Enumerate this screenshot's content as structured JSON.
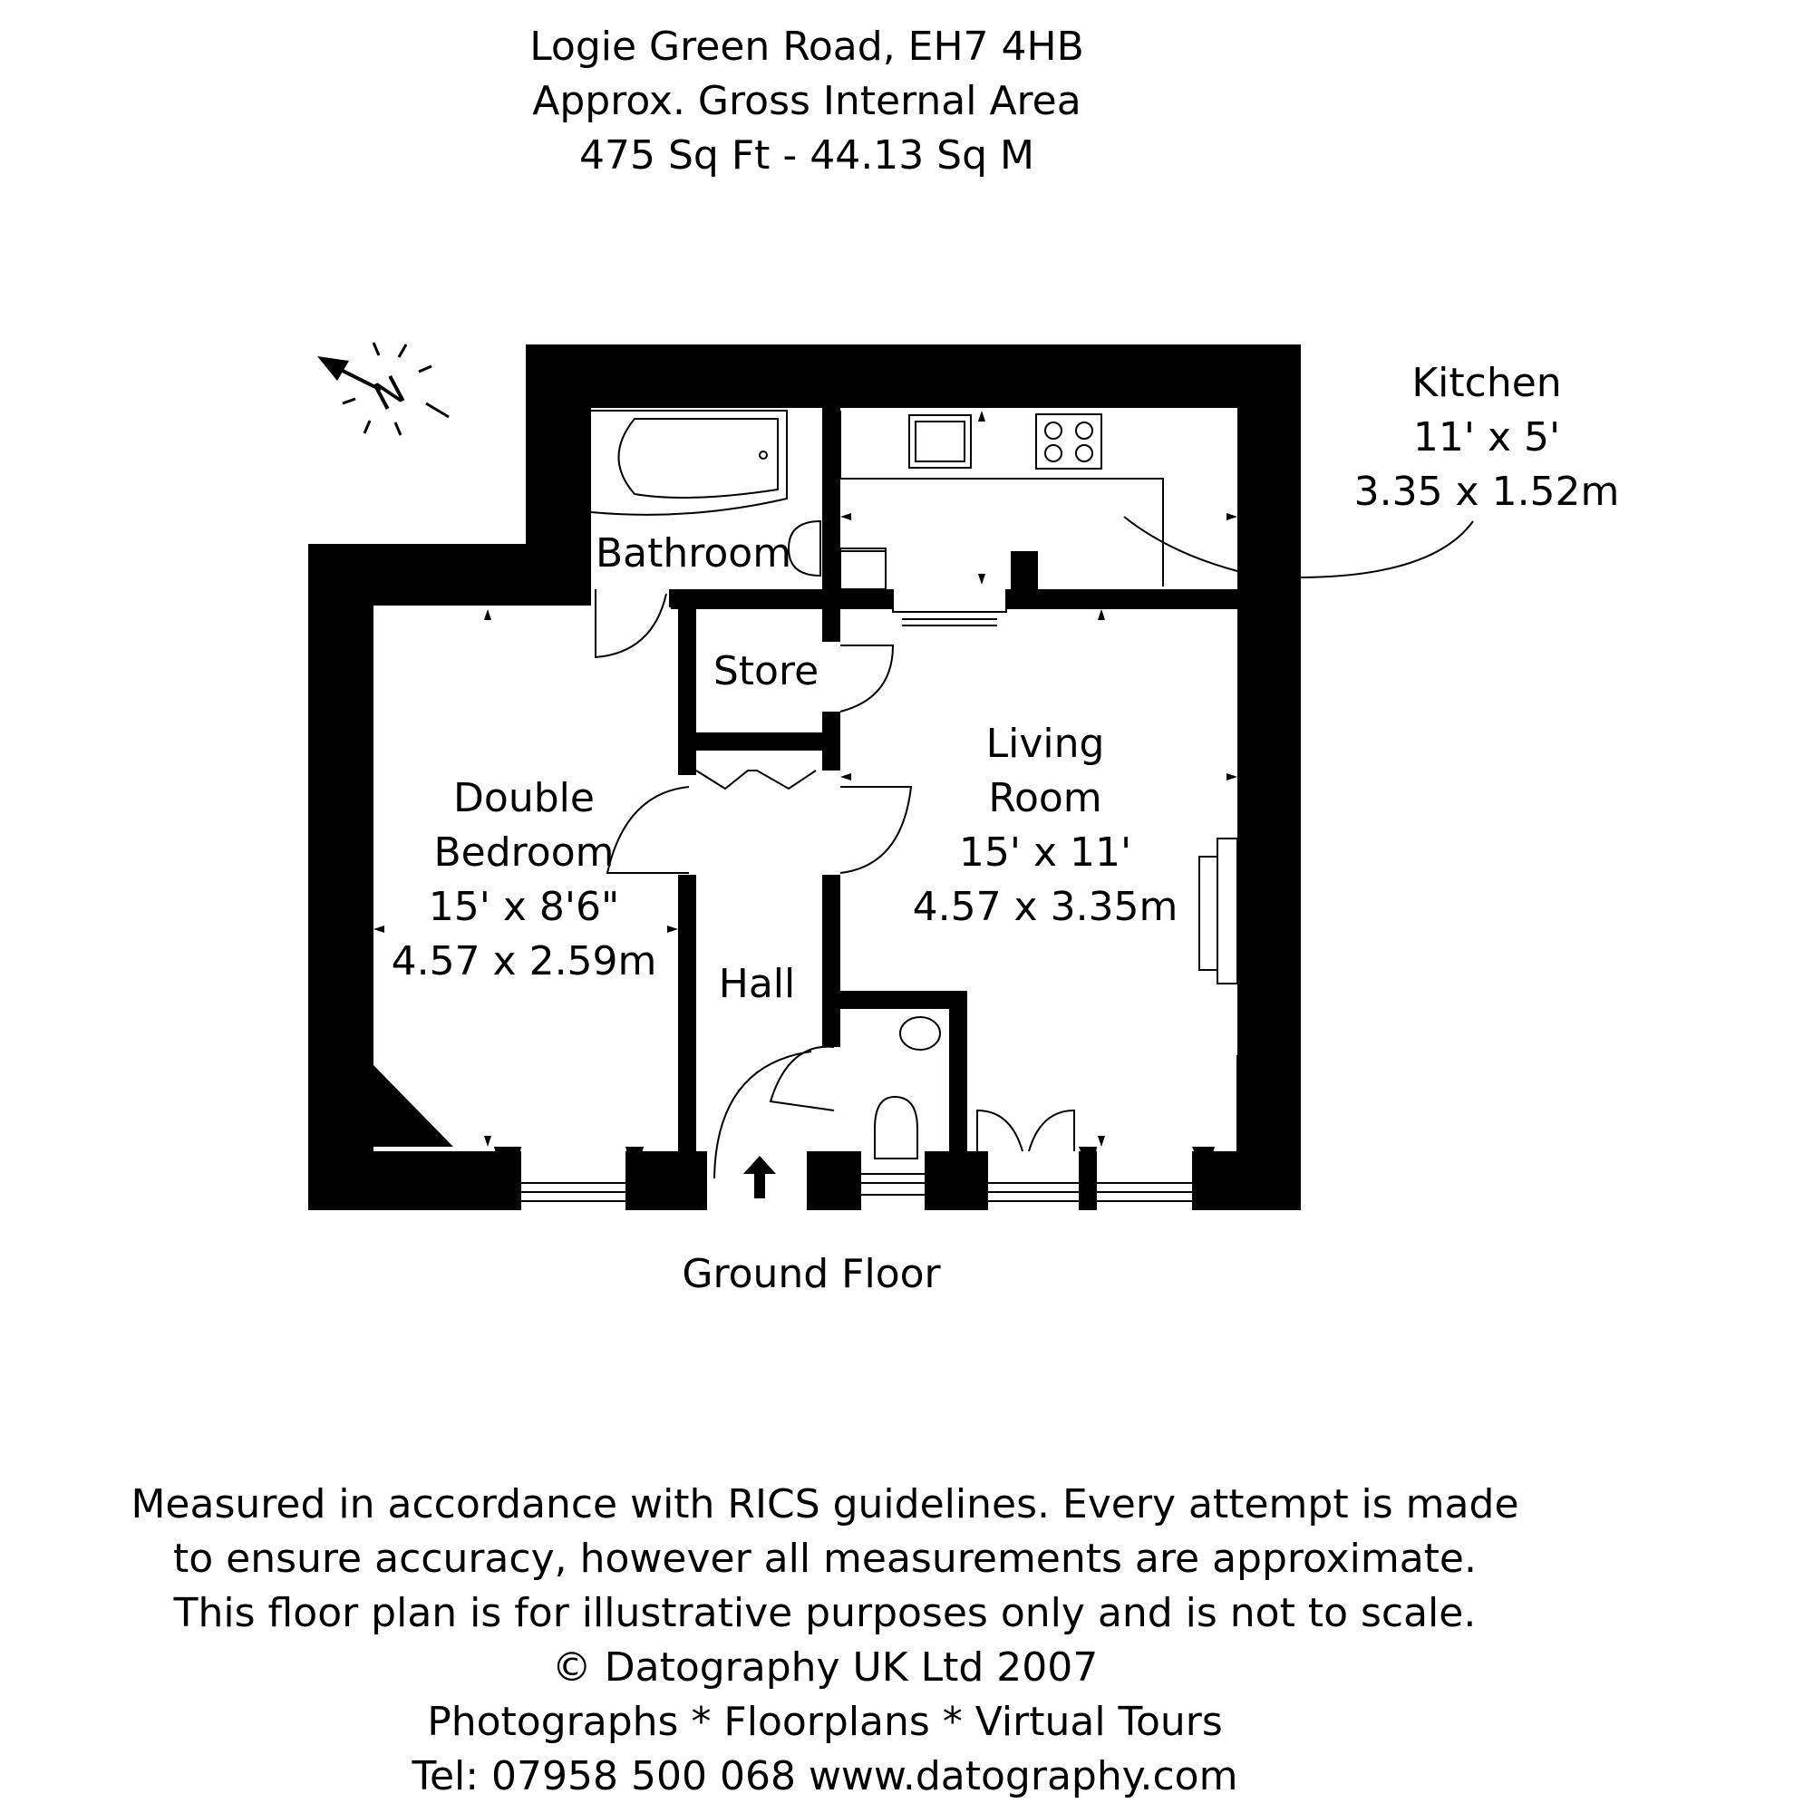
{
  "header": {
    "address": "Logie Green Road, EH7 4HB",
    "area_label": "Approx. Gross Internal Area",
    "area_value": "475 Sq Ft  -  44.13 Sq M"
  },
  "rooms": {
    "bathroom": {
      "name": "Bathroom"
    },
    "store": {
      "name": "Store"
    },
    "hall": {
      "name": "Hall"
    },
    "kitchen": {
      "name": "Kitchen",
      "dim_imperial": "11' x 5'",
      "dim_metric": "3.35 x 1.52m"
    },
    "bedroom": {
      "name_line1": "Double",
      "name_line2": "Bedroom",
      "dim_imperial": "15' x 8'6\"",
      "dim_metric": "4.57 x 2.59m"
    },
    "living": {
      "name_line1": "Living",
      "name_line2": "Room",
      "dim_imperial": "15' x 11'",
      "dim_metric": "4.57 x 3.35m"
    }
  },
  "compass": {
    "label": "N"
  },
  "floor_label": "Ground Floor",
  "footer": {
    "line1": "Measured in accordance with RICS guidelines. Every attempt is made",
    "line2": "to ensure accuracy, however all measurements are approximate.",
    "line3": "This floor plan is for illustrative purposes only and is not to scale.",
    "line4": "© Datography UK Ltd 2007",
    "line5": "Photographs * Floorplans * Virtual Tours",
    "line6": "Tel: 07958 500 068 www.datography.com"
  },
  "colors": {
    "wall": "#000000",
    "background": "#ffffff"
  }
}
